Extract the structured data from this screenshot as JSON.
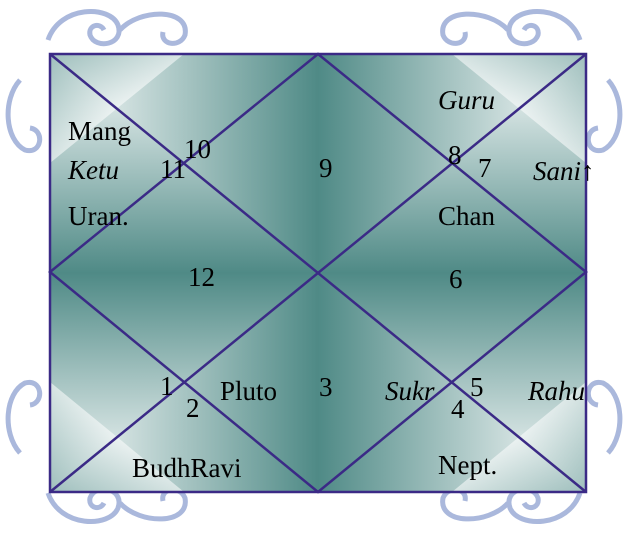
{
  "colors": {
    "frame_line": "#3b2a86",
    "panel_dark": "#4f8a86",
    "panel_light": "#ffffff",
    "ornament": "#aab8dc"
  },
  "houses": {
    "h1": "1",
    "h2": "2",
    "h3": "3",
    "h4": "4",
    "h5": "5",
    "h6": "6",
    "h7": "7",
    "h8": "8",
    "h9": "9",
    "h10": "10",
    "h11": "11",
    "h12": "12"
  },
  "planets": {
    "mang": "Mang",
    "ketu": "Ketu",
    "uran": "Uran.",
    "guru": "Guru",
    "chan": "Chan",
    "sani": "Sani↑",
    "pluto": "Pluto",
    "sukr": "Sukr",
    "rahu": "Rahu",
    "budhravi": "BudhRavi",
    "nept": "Nept."
  }
}
